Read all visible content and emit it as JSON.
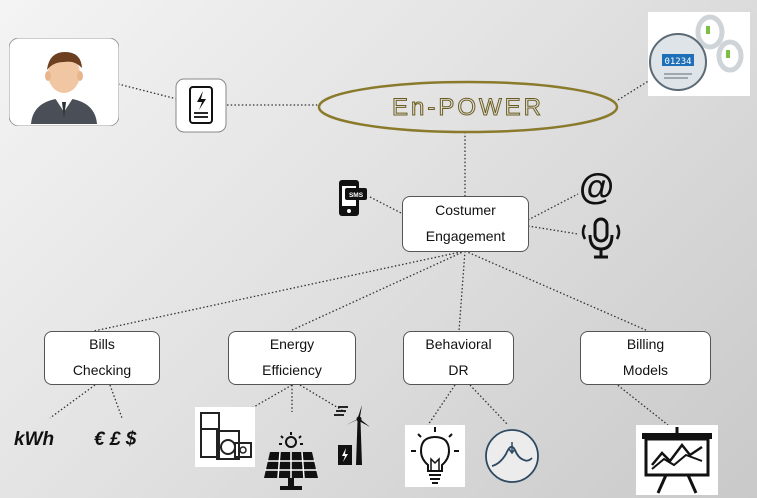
{
  "center": {
    "label": "En-POWER"
  },
  "engagement": {
    "line1": "Costumer",
    "line2": "Engagement"
  },
  "categories": [
    {
      "line1": "Bills",
      "line2": "Checking"
    },
    {
      "line1": "Energy",
      "line2": "Efficiency"
    },
    {
      "line1": "Behavioral",
      "line2": "DR"
    },
    {
      "line1": "Billing",
      "line2": "Models"
    }
  ],
  "channels": {
    "sms": "SMS",
    "email": "@"
  },
  "units": {
    "kwh": "kWh",
    "currency": "€ £ $"
  },
  "meter": {
    "reading": "01234"
  },
  "icons": {
    "user": "user-avatar-icon",
    "bill": "energy-bill-icon",
    "meter": "smart-meter-icon",
    "sms": "sms-phone-icon",
    "email": "at-sign-icon",
    "voice": "microphone-icon",
    "appliances": "appliances-icon",
    "solar": "solar-panel-icon",
    "wind": "wind-turbine-icon",
    "bulb": "light-bulb-icon",
    "gauge": "load-curve-gauge-icon",
    "presentation": "presentation-board-icon"
  },
  "colors": {
    "ellipse": "#8a7a2c",
    "line": "#333333"
  }
}
